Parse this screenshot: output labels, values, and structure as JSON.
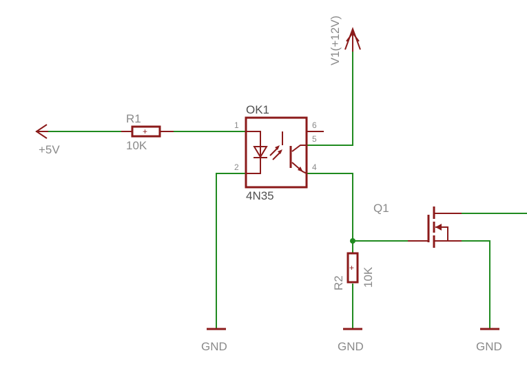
{
  "colors": {
    "wire": "#1f8a1f",
    "part": "#8b1a1a",
    "label": "#8a8a8a"
  },
  "supply_top": "V1(+12V)",
  "supply_left": "+5V",
  "r1": {
    "name": "R1",
    "value": "10K"
  },
  "r2": {
    "name": "R2",
    "value": "10K"
  },
  "optocoupler": {
    "name": "OK1",
    "value": "4N35",
    "pins": [
      "1",
      "2",
      "4",
      "5",
      "6"
    ]
  },
  "q1": {
    "name": "Q1"
  },
  "ground": "GND",
  "resistor_mark": "+"
}
